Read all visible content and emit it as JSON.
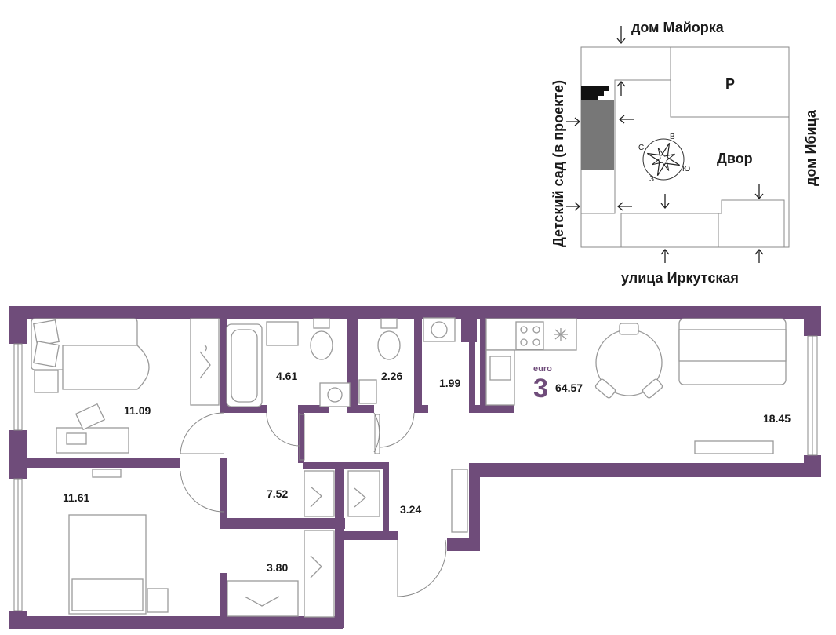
{
  "site_plan": {
    "north_label": "дом Майорка",
    "west_label": "Детский сад (в проекте)",
    "east_label": "дом Ибица",
    "south_label": "улица Иркутская",
    "parking_label": "Р",
    "yard_label": "Двор",
    "compass": {
      "n": "С",
      "e": "В",
      "s": "Ю",
      "w": "З"
    }
  },
  "apartment": {
    "type_prefix": "euro",
    "rooms": "3",
    "total_area": "64.57",
    "colors": {
      "wall": "#6f4c7a"
    }
  },
  "rooms": [
    {
      "id": "bedroom-1",
      "area": "11.09"
    },
    {
      "id": "bathroom",
      "area": "4.61"
    },
    {
      "id": "toilet",
      "area": "2.26"
    },
    {
      "id": "laundry",
      "area": "1.99"
    },
    {
      "id": "living-kitchen",
      "area": "18.45"
    },
    {
      "id": "bedroom-2",
      "area": "11.61"
    },
    {
      "id": "hallway",
      "area": "7.52"
    },
    {
      "id": "entrance",
      "area": "3.24"
    },
    {
      "id": "dressing",
      "area": "3.80"
    }
  ]
}
